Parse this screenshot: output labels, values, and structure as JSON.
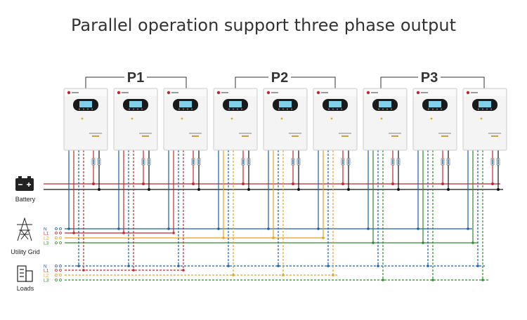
{
  "title": "Parallel operation support three phase output",
  "groups": [
    "P1",
    "P2",
    "P3"
  ],
  "side_labels": {
    "battery": "Battery",
    "grid": "Utility Grid",
    "loads": "Loads"
  },
  "line_labels": [
    "N",
    "L1",
    "L2",
    "L3"
  ],
  "colors": {
    "N": "#1a5fa8",
    "L1": "#c0282d",
    "L2": "#e8a020",
    "L3": "#2d8a2d",
    "positive": "#c0282d",
    "negative": "#111111",
    "device_body": "#f4f4f4",
    "device_border": "#cccccc",
    "device_screen": "#1a1a1a",
    "screen_display": "#7fd0e8",
    "logo": "#c0282d"
  },
  "icons": [
    "battery-icon",
    "tower-icon",
    "building-icon"
  ]
}
